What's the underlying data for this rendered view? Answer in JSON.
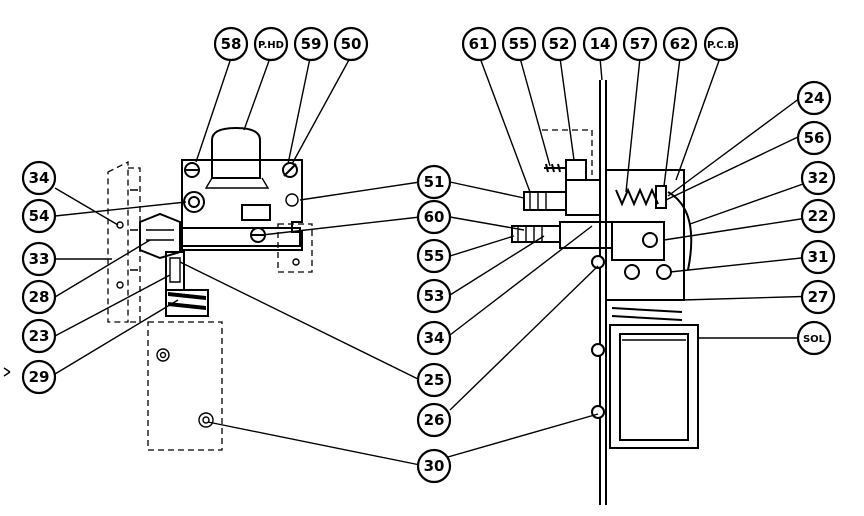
{
  "callouts": [
    {
      "id": "c58",
      "text": "58"
    },
    {
      "id": "cphd",
      "text": "P.HD"
    },
    {
      "id": "c59",
      "text": "59"
    },
    {
      "id": "c50",
      "text": "50"
    },
    {
      "id": "c34a",
      "text": "34"
    },
    {
      "id": "c54",
      "text": "54"
    },
    {
      "id": "c33",
      "text": "33"
    },
    {
      "id": "c28",
      "text": "28"
    },
    {
      "id": "c23",
      "text": "23"
    },
    {
      "id": "c29",
      "text": "29"
    },
    {
      "id": "c25",
      "text": "25"
    },
    {
      "id": "c30",
      "text": "30"
    },
    {
      "id": "c51",
      "text": "51"
    },
    {
      "id": "c60",
      "text": "60"
    },
    {
      "id": "c55b",
      "text": "55"
    },
    {
      "id": "c53",
      "text": "53"
    },
    {
      "id": "c34b",
      "text": "34"
    },
    {
      "id": "c26",
      "text": "26"
    },
    {
      "id": "c61",
      "text": "61"
    },
    {
      "id": "c55a",
      "text": "55"
    },
    {
      "id": "c52",
      "text": "52"
    },
    {
      "id": "c14",
      "text": "14"
    },
    {
      "id": "c57",
      "text": "57"
    },
    {
      "id": "c62",
      "text": "62"
    },
    {
      "id": "cpcb",
      "text": "P.C.B"
    },
    {
      "id": "c24",
      "text": "24"
    },
    {
      "id": "c56",
      "text": "56"
    },
    {
      "id": "c32",
      "text": "32"
    },
    {
      "id": "c22",
      "text": "22"
    },
    {
      "id": "c31",
      "text": "31"
    },
    {
      "id": "c27",
      "text": "27"
    },
    {
      "id": "csol",
      "text": "SOL"
    }
  ]
}
